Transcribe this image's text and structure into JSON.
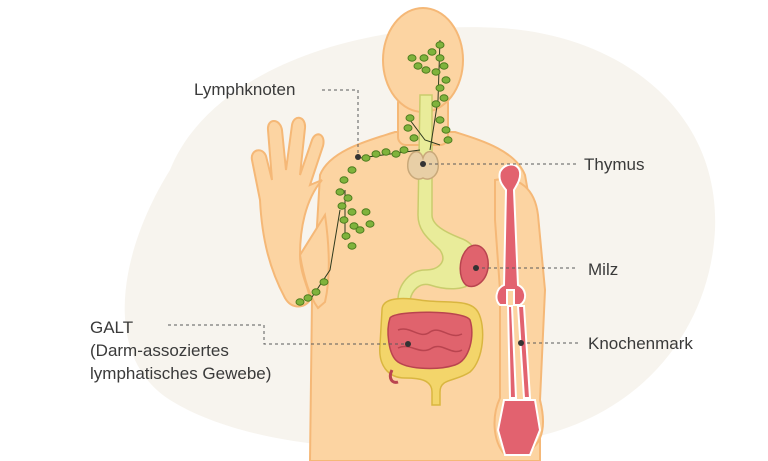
{
  "labels": {
    "lymphknoten": "Lymphknoten",
    "thymus": "Thymus",
    "milz": "Milz",
    "knochenmark": "Knochenmark",
    "galt_line1": "GALT",
    "galt_line2": "(Darm-assoziertes",
    "galt_line3": "lymphatisches Gewebe)"
  },
  "colors": {
    "background_blob": "#f7f4ee",
    "skin": "#fcd4a2",
    "skin_outline": "#f5b877",
    "lymph_node": "#7fb33c",
    "lymph_node_outline": "#4e7d1f",
    "digestive_tract": "#e9ec9a",
    "thymus": "#e8cfa6",
    "spleen": "#e0636d",
    "bone_marrow": "#e2626f",
    "intestine": "#e0636d",
    "colon": "#f3d56a",
    "leader_line": "#5a5a5a"
  }
}
